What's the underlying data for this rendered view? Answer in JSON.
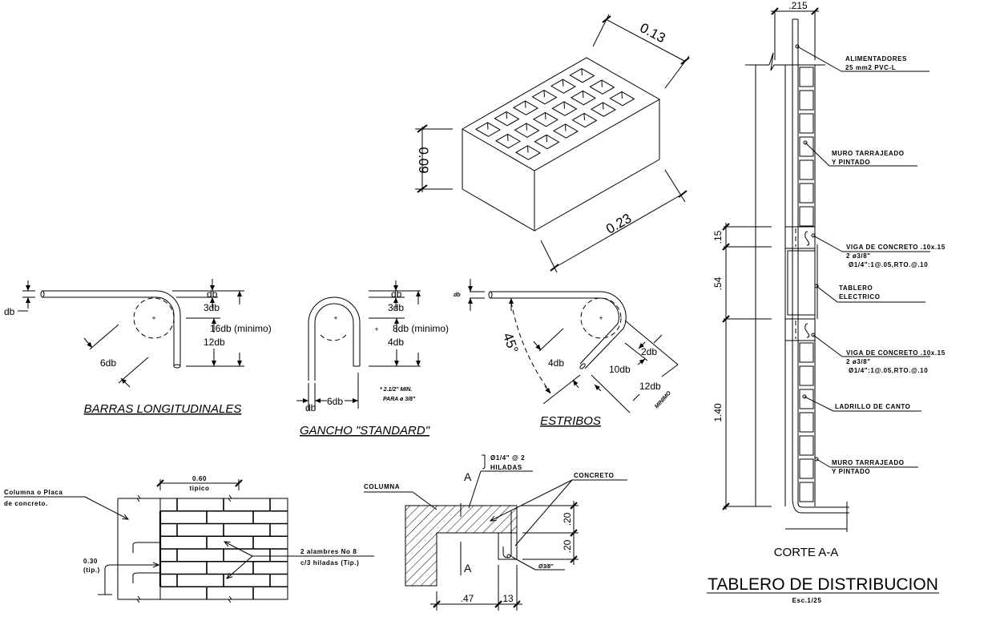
{
  "brick_isometric": {
    "dim_length": "0.23",
    "dim_width": "0.13",
    "dim_height": "0.09"
  },
  "barras_longitudinales": {
    "title": "BARRAS LONGITUDINALES",
    "labels": {
      "db": "db",
      "db_top": "db",
      "three_db": "3db",
      "sixteen_db": "16db (minimo)",
      "twelve_db": "12db",
      "six_db": "6db"
    }
  },
  "gancho_standard": {
    "title": "GANCHO \"STANDARD\"",
    "labels": {
      "db_top": "db",
      "three_db": "3db",
      "eight_db": "8db (minimo)",
      "four_db": "4db",
      "six_db": "6db",
      "db_bottom": "db",
      "star": "+"
    },
    "note_line1": "* 2.1/2\" MIN.",
    "note_line2": "PARA ø 3/8\""
  },
  "estribos": {
    "title": "ESTRIBOS",
    "labels": {
      "db": "db",
      "angle": "45°",
      "four_db": "4db",
      "two_db": "2db",
      "ten_db": "10db",
      "twelve_db": "12db",
      "minimo": "MINIMO"
    }
  },
  "wall_elevation": {
    "label_column_1": "Columna o Placa",
    "label_column_2": "de concreto.",
    "dim_top": "0.60",
    "dim_top_sub": "tipico",
    "dim_side": "0.30",
    "dim_side_sub": "(tip.)",
    "wire_note_1": "2 alambres No 8",
    "wire_note_2": "c/3 hiladas (Tip.)"
  },
  "column_plan": {
    "label_columna": "COLUMNA",
    "label_rebar_1": "Ø1/4\" @ 2",
    "label_rebar_2": "HILADAS",
    "label_concreto": "CONCRETO",
    "label_bar": "Ø3/8\"",
    "section_mark_top": "A",
    "section_mark_bottom": "A",
    "dim_a": ".20",
    "dim_b": ".20",
    "dim_c": ".47",
    "dim_d": "13"
  },
  "section_aa": {
    "dim_width": ".215",
    "dim_15": ".15",
    "dim_54": ".54",
    "dim_140": "1.40",
    "notes": [
      {
        "line1": "ALIMENTADORES",
        "line2": "25 mm2 PVC-L"
      },
      {
        "line1": "MURO TARRAJEADO",
        "line2": "Y PINTADO"
      },
      {
        "line1": "VIGA DE CONCRETO .10x.15",
        "line2": "2 ø3/8\"",
        "line3": "Ø1/4\":1@.05,RTO.@.10"
      },
      {
        "line1": "TABLERO",
        "line2": "ELECTRICO"
      },
      {
        "line1": "VIGA DE CONCRETO .10x.15",
        "line2": "2 ø3/8\"",
        "line3": "Ø1/4\":1@.05,RTO.@.10"
      },
      {
        "line1": "LADRILLO DE CANTO"
      },
      {
        "line1": "MURO TARRAJEADO",
        "line2": "Y PINTADO"
      }
    ],
    "caption": "CORTE A-A"
  },
  "sheet_title": {
    "title": "TABLERO DE DISTRIBUCION",
    "scale": "Esc.1/25"
  }
}
